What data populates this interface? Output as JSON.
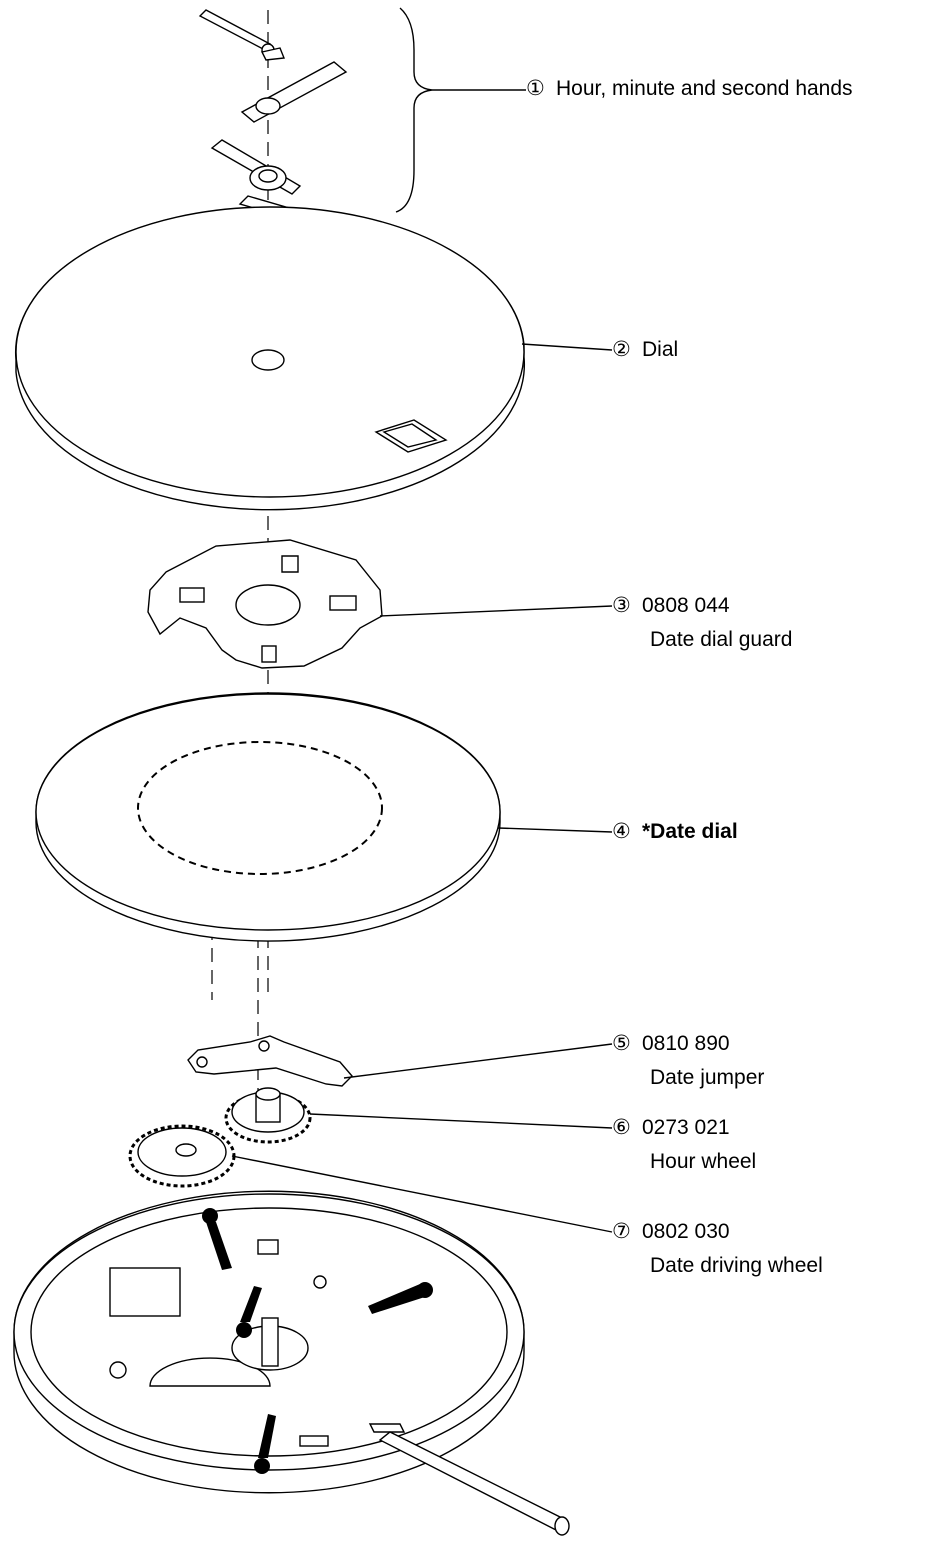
{
  "labels": {
    "hands": {
      "num": "①",
      "line1": "Hour, minute and second hands"
    },
    "dial": {
      "num": "②",
      "line1": "Dial"
    },
    "guard": {
      "num": "③",
      "line1": "0808 044",
      "line2": "Date dial guard"
    },
    "date": {
      "num": "④",
      "line1": "*Date dial"
    },
    "jumper": {
      "num": "⑤",
      "line1": "0810 890",
      "line2": "Date jumper"
    },
    "hour": {
      "num": "⑥",
      "line1": "0273 021",
      "line2": "Hour wheel"
    },
    "drive": {
      "num": "⑦",
      "line1": "0802 030",
      "line2": "Date driving wheel"
    }
  }
}
